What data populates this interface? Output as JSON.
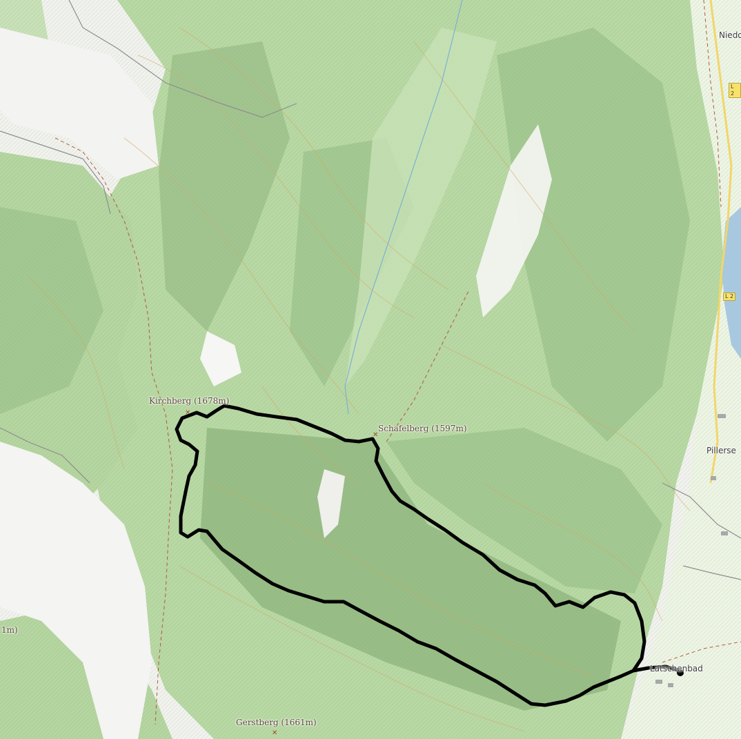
{
  "map": {
    "colors": {
      "forest": "#b8d8a4",
      "forest_dark": "#8fb77f",
      "meadow": "#eef5e6",
      "rock": "#f3f3f1",
      "lake": "#a7c8df",
      "road_main": "#f2d66b",
      "route": "#000000",
      "contour": "#d6a865"
    },
    "peaks": [
      {
        "id": "kirchberg",
        "label": "Kirchberg (1678m)"
      },
      {
        "id": "schafelberg",
        "label": "Schafelberg (1597m)"
      },
      {
        "id": "gerstberg",
        "label": "Gerstberg (1661m)"
      }
    ],
    "places": [
      {
        "id": "latschenbad",
        "label": "Latschenbad"
      },
      {
        "id": "niederdorf",
        "label": "Niedo"
      },
      {
        "id": "pillersee",
        "label": "Pillerse"
      },
      {
        "id": "edge-partial",
        "label": "1m)"
      }
    ],
    "road_shields": [
      {
        "id": "l2-top",
        "label": "L 2"
      },
      {
        "id": "l2-mid",
        "label": "L 2"
      }
    ],
    "peak_icon": "peak-cross-icon",
    "route_name": "gps-track"
  }
}
